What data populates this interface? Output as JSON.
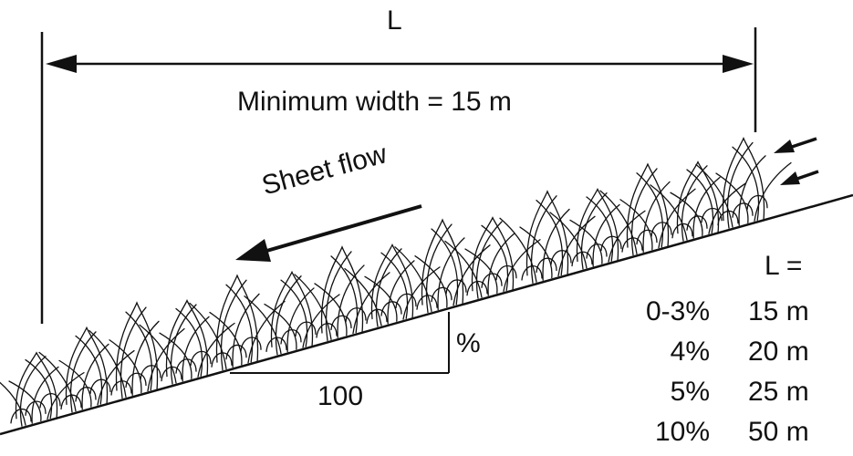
{
  "diagram": {
    "length_symbol": "L",
    "width_label": "Minimum width = 15 m",
    "flow_label": "Sheet flow",
    "rise_label": "%",
    "run_label": "100",
    "table": {
      "header": "L =",
      "rows": [
        {
          "slope": "0-3%",
          "length": "15 m"
        },
        {
          "slope": "4%",
          "length": "20 m"
        },
        {
          "slope": "5%",
          "length": "25 m"
        },
        {
          "slope": "10%",
          "length": "50 m"
        }
      ]
    },
    "colors": {
      "ink": "#111111",
      "background": "#ffffff"
    }
  }
}
